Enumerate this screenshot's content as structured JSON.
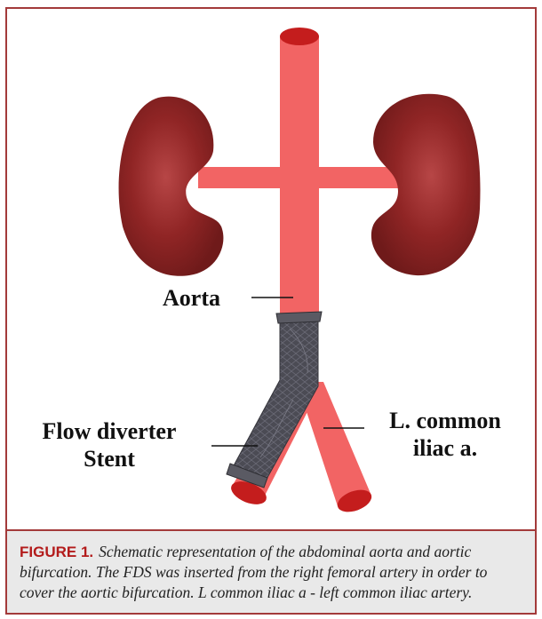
{
  "labels": {
    "aorta": "Aorta",
    "stent_line1": "Flow diverter",
    "stent_line2": "Stent",
    "iliac_line1": "L. common",
    "iliac_line2": "iliac a."
  },
  "caption": {
    "label": "FIGURE 1.",
    "text": "Schematic representation of the abdominal aorta and aortic bifurcation. The FDS was inserted from the right femoral artery in order to cover the aortic bifurcation. L common iliac a - left common iliac artery."
  },
  "colors": {
    "frame": "#a33a3a",
    "artery": "#f26464",
    "artery_cap": "#c41d1d",
    "kidney": "#8e2323",
    "stent": "#4a4a52",
    "caption_bg": "#e9e9e9",
    "caption_label": "#b31b1b"
  }
}
